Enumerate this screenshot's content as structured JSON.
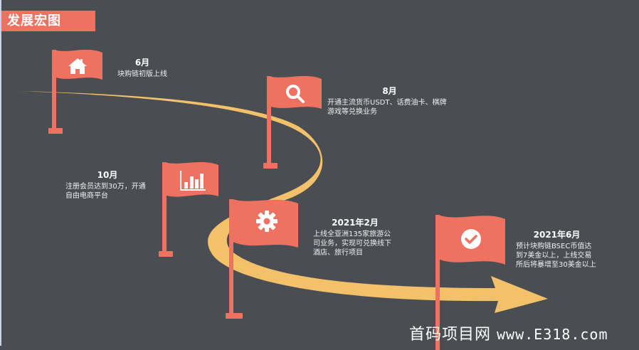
{
  "header": {
    "title": "发展宏图"
  },
  "colors": {
    "background": "#4a4d52",
    "accent": "#ef7160",
    "road": "#f3c16a",
    "text": "#ffffff"
  },
  "milestones": [
    {
      "date": "6月",
      "description": "块购链初版上线",
      "icon": "home-icon"
    },
    {
      "date": "8月",
      "description": "开通主流货币USDT、话费油卡、棋牌游戏等兑换业务",
      "icon": "search-icon"
    },
    {
      "date": "10月",
      "description": "注册会员达到30万，开通自由电商平台",
      "icon": "bar-chart-icon"
    },
    {
      "date": "2021年2月",
      "description": "上线全亚洲135家旅游公司业务，实现可兑换线下酒店、旅行项目",
      "icon": "gear-icon"
    },
    {
      "date": "2021年6月",
      "description": "预计块购链BSEC币值达到7美金以上，上线交易所后将暴增至30美金以上",
      "icon": "check-circle-icon"
    }
  ],
  "watermark": {
    "site_name": "首码项目网",
    "url": "www.E318.com"
  }
}
